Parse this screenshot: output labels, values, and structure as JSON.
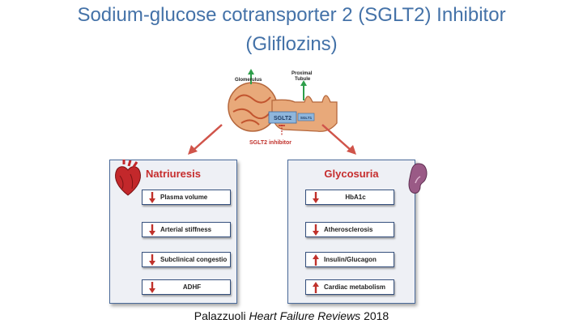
{
  "title": {
    "line1": "Sodium-glucose cotransporter 2 (SGLT2) Inhibitor",
    "line2": "(Gliflozins)"
  },
  "schematic": {
    "glomerulus_label": "Glomerulus",
    "proximal_label": "Proximal",
    "tubule_label": "Tubule",
    "sglt2_label": "SGLT2",
    "sglt1_label": "SGLT1",
    "inhibitor_label": "SGLT2 inhibitor",
    "colors": {
      "kidney": "#e8a97a",
      "arrow_up": "#2e9e4a",
      "inhibitor": "#c0312b",
      "box": "#8fb6dc"
    }
  },
  "panels": {
    "left": {
      "heading": "Natriuresis",
      "icon": "heart-icon",
      "items": [
        {
          "label": "Plasma volume",
          "direction": "down"
        },
        {
          "label": "Arterial stiffness",
          "direction": "down"
        },
        {
          "label": "Subclinical congestion",
          "direction": "down"
        },
        {
          "label": "ADHF",
          "direction": "down"
        }
      ]
    },
    "right": {
      "heading": "Glycosuria",
      "icon": "kidney-icon",
      "items": [
        {
          "label": "HbA1c",
          "direction": "down"
        },
        {
          "label": "Atherosclerosis",
          "direction": "down"
        },
        {
          "label": "Insulin/Glucagon",
          "direction": "up"
        },
        {
          "label": "Cardiac metabolism",
          "direction": "up"
        }
      ]
    }
  },
  "citation": {
    "author": "Palazzuoli",
    "journal": "Heart Failure Reviews",
    "year": "2018"
  },
  "colors": {
    "title": "#4472a8",
    "heading": "#c62d2d",
    "arrow": "#c0312b",
    "pointer": "#d0544a"
  }
}
